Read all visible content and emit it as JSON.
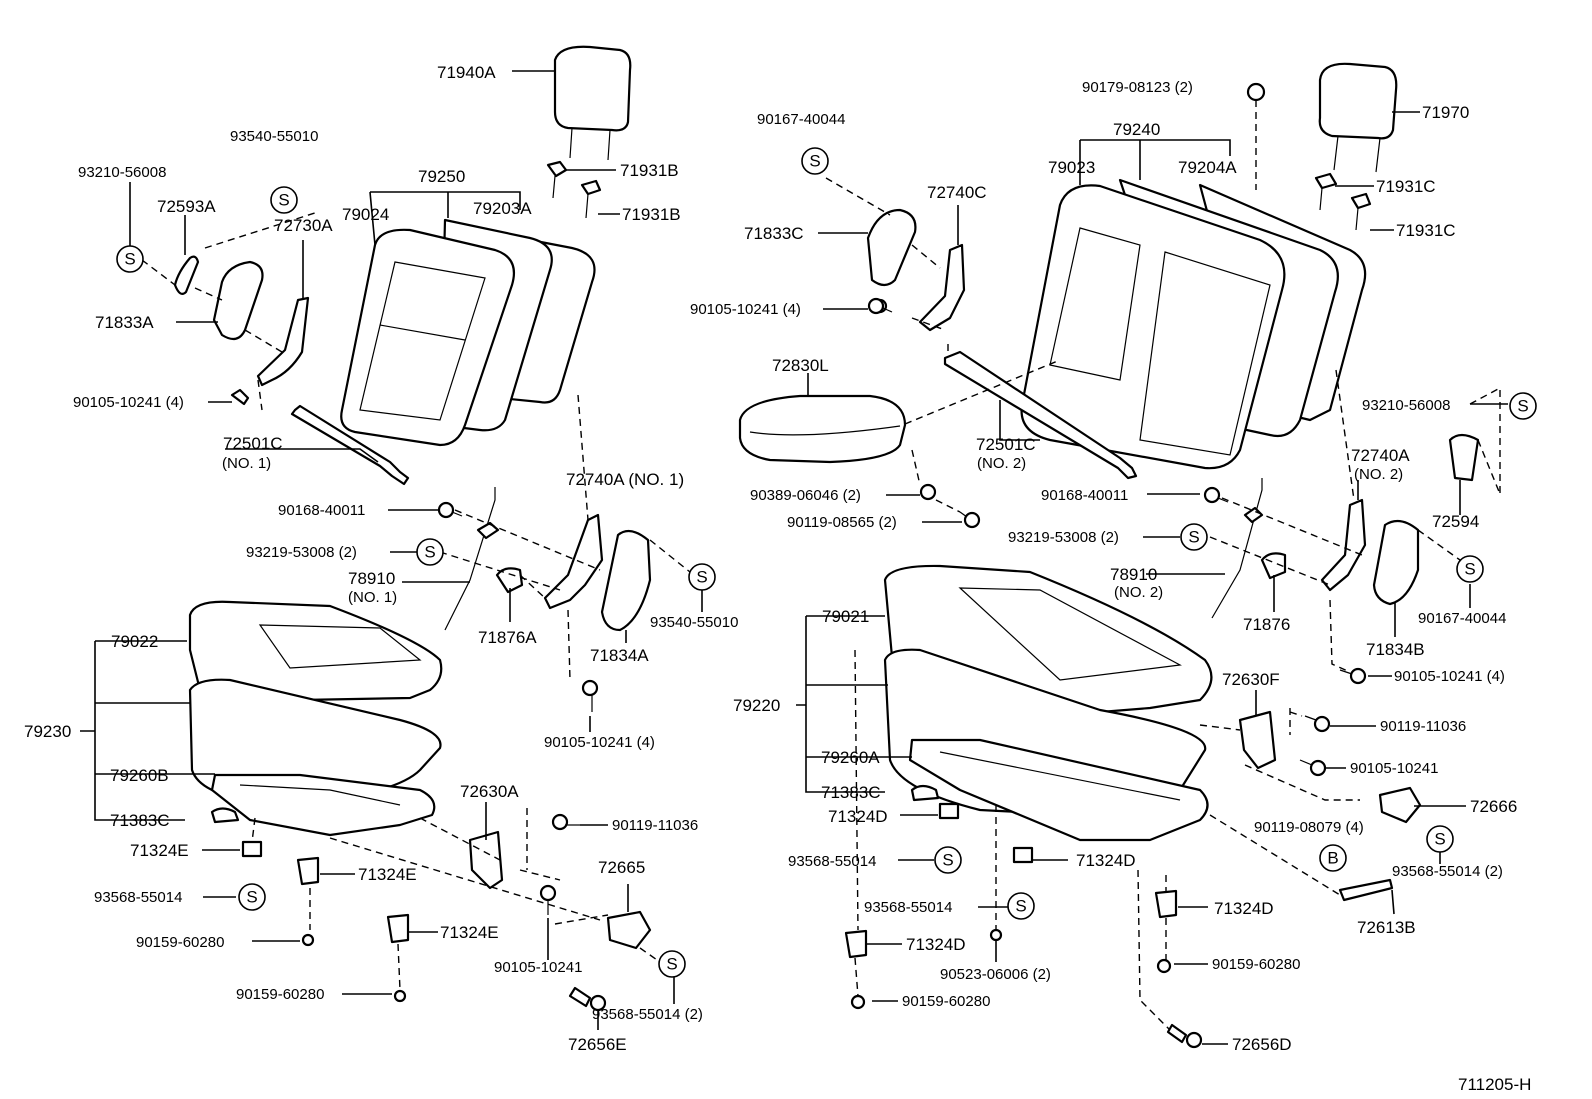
{
  "figure_code": "711205-H",
  "symbols": {
    "S": "S",
    "B": "B"
  },
  "labels": {
    "p71940A": "71940A",
    "p71931B_1": "71931B",
    "p71931B_2": "71931B",
    "p93540_55010_top": "93540-55010",
    "p93210_56008_left": "93210-56008",
    "p72593A": "72593A",
    "p79250": "79250",
    "p79024": "79024",
    "p79203A": "79203A",
    "p72730A": "72730A",
    "p71833A": "71833A",
    "p90105_10241_4_left": "90105-10241 (4)",
    "p72501C_1": "72501C",
    "p_no1_a": "(NO. 1)",
    "p72740A_no1": "72740A (NO. 1)",
    "p90168_40011_left": "90168-40011",
    "p93219_53008_left": "93219-53008 (2)",
    "p78910_1": "78910",
    "p_no1_b": "(NO. 1)",
    "p71876A": "71876A",
    "p71834A": "71834A",
    "p93540_55010_mid": "93540-55010",
    "p90105_10241_4_mid": "90105-10241 (4)",
    "p79022": "79022",
    "p79230": "79230",
    "p79260B": "79260B",
    "p71383C_left": "71383C",
    "p71324E_1": "71324E",
    "p71324E_2": "71324E",
    "p71324E_3": "71324E",
    "p93568_55014_left": "93568-55014",
    "p90159_60280_a": "90159-60280",
    "p90159_60280_b": "90159-60280",
    "p72630A": "72630A",
    "p90119_11036_left": "90119-11036",
    "p72665": "72665",
    "p90105_10241_left2": "90105-10241",
    "p93568_55014_2_left": "93568-55014 (2)",
    "p72656E": "72656E",
    "p90179_08123": "90179-08123 (2)",
    "p71970": "71970",
    "p90167_40044_top": "90167-40044",
    "p79240": "79240",
    "p79023": "79023",
    "p79204A": "79204A",
    "p71931C_1": "71931C",
    "p71931C_2": "71931C",
    "p72740C": "72740C",
    "p71833C": "71833C",
    "p90105_10241_4_r1": "90105-10241 (4)",
    "p72830L": "72830L",
    "p72501C_2": "72501C",
    "p_no2_a": "(NO. 2)",
    "p93210_56008_right": "93210-56008",
    "p72740A_no2": "72740A",
    "p_no2_b": "(NO. 2)",
    "p90389_06046": "90389-06046 (2)",
    "p90119_08565": "90119-08565 (2)",
    "p90168_40011_right": "90168-40011",
    "p72594": "72594",
    "p93219_53008_right": "93219-53008 (2)",
    "p78910_2": "78910",
    "p_no2_c": "(NO. 2)",
    "p71876": "71876",
    "p71834B": "71834B",
    "p90167_40044_right": "90167-40044",
    "p79021": "79021",
    "p79220": "79220",
    "p79260A": "79260A",
    "p71383C_right": "71383C",
    "p71324D_1": "71324D",
    "p71324D_2": "71324D",
    "p71324D_3": "71324D",
    "p71324D_4": "71324D",
    "p93568_55014_r1": "93568-55014",
    "p93568_55014_r2": "93568-55014",
    "p90105_10241_4_r2": "90105-10241 (4)",
    "p72630F": "72630F",
    "p90119_11036_right": "90119-11036",
    "p90105_10241_right": "90105-10241",
    "p72666": "72666",
    "p90119_08079": "90119-08079 (4)",
    "p93568_55014_2_right": "93568-55014 (2)",
    "p72613B": "72613B",
    "p90159_60280_c": "90159-60280",
    "p90159_60280_d": "90159-60280",
    "p90523_06006": "90523-06006 (2)",
    "p72656D": "72656D"
  }
}
